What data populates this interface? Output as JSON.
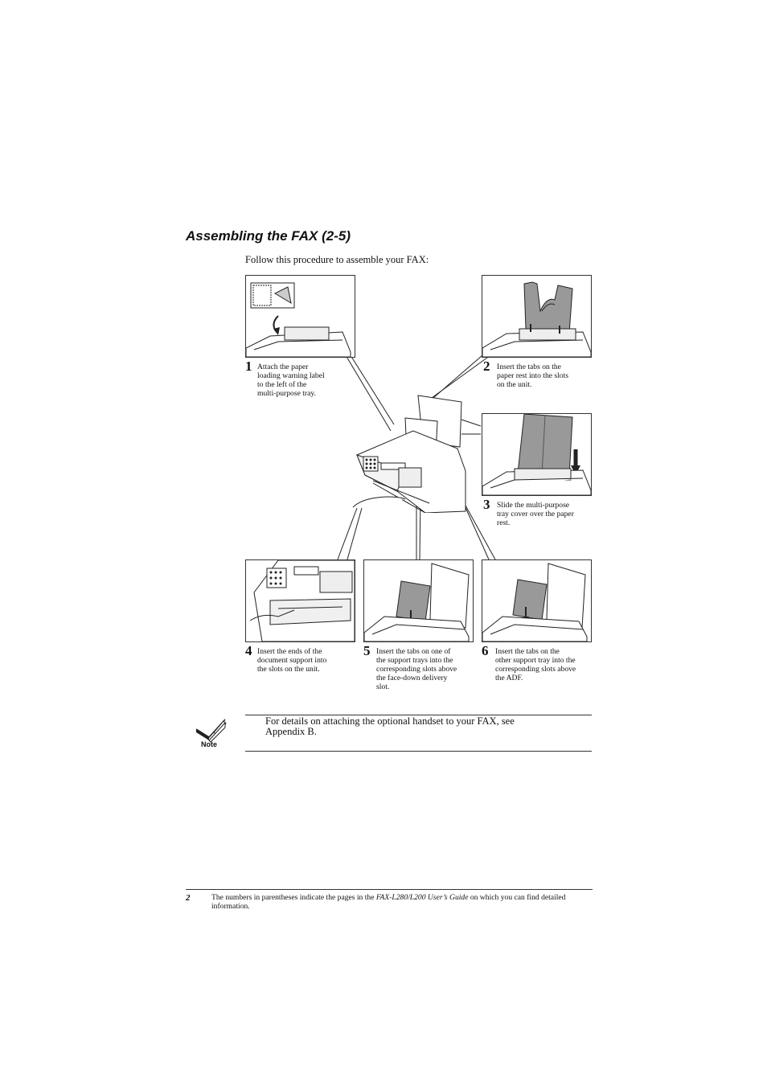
{
  "heading": "Assembling the FAX (2-5)",
  "intro": "Follow this procedure to assemble your FAX:",
  "steps": [
    {
      "num": "1",
      "lines": [
        "Attach the paper",
        "loading warning label",
        "to the left of the",
        "multi-purpose tray."
      ]
    },
    {
      "num": "2",
      "lines": [
        "Insert the tabs on the",
        "paper rest into the slots",
        "on the unit."
      ]
    },
    {
      "num": "3",
      "lines": [
        "Slide the multi-purpose",
        "tray cover over the paper",
        "rest."
      ]
    },
    {
      "num": "4",
      "lines": [
        "Insert the ends of the",
        "document support into",
        "the slots on the unit."
      ]
    },
    {
      "num": "5",
      "lines": [
        "Insert the tabs on one of",
        "the support trays into the",
        "corresponding slots above",
        "the face-down delivery",
        "slot."
      ]
    },
    {
      "num": "6",
      "lines": [
        "Insert the tabs on the",
        "other support tray into the",
        "corresponding slots above",
        "the ADF."
      ]
    }
  ],
  "note": {
    "label": "Note",
    "lines": [
      "For details on attaching the optional handset to your FAX, see",
      "Appendix B."
    ]
  },
  "footer": {
    "page_number": "2",
    "text_before": "The numbers in parentheses indicate the pages in the ",
    "guide_title": "FAX-L280/L200 User’s Guide",
    "text_after": " on which you can find detailed information."
  }
}
